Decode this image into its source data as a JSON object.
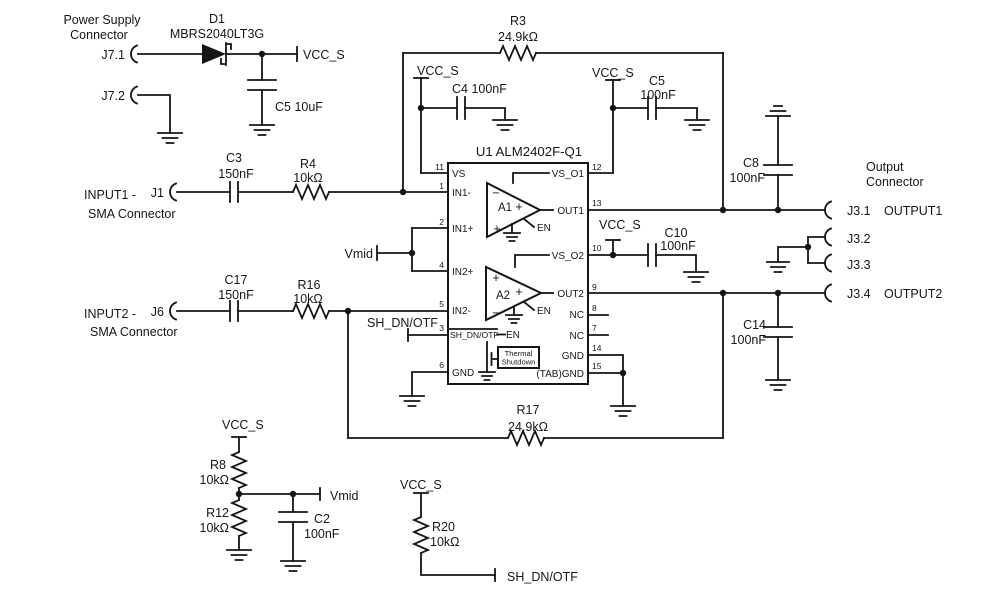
{
  "power": {
    "title1": "Power Supply",
    "title2": "Connector",
    "j71": "J7.1",
    "j72": "J7.2",
    "d1_ref": "D1",
    "d1_part": "MBRS2040LT3G",
    "vcc": "VCC_S",
    "c5_bulk": "C5 10uF"
  },
  "rail": {
    "r3_ref": "R3",
    "r3_val": "24.9kΩ",
    "vcc_left": "VCC_S",
    "c4_label": "C4 100nF",
    "vcc_right": "VCC_S",
    "c5_ref": "C5",
    "c5_val": "100nF"
  },
  "in1": {
    "name": "INPUT1 -",
    "type": "SMA Connector",
    "jack": "J1",
    "cref": "C3",
    "cval": "150nF",
    "rref": "R4",
    "rval": "10kΩ"
  },
  "in2": {
    "name": "INPUT2 -",
    "type": "SMA Connector",
    "jack": "J6",
    "cref": "C17",
    "cval": "150nF",
    "rref": "R16",
    "rval": "10kΩ"
  },
  "vmid_net": "Vmid",
  "shdn_net": "SH_DN/OTF",
  "ic": {
    "title": "U1 ALM2402F-Q1",
    "a1": "A1",
    "a2": "A2",
    "plus": "+",
    "minus": "−",
    "en": "EN",
    "pin_vs": "VS",
    "pin_in1n": "IN1-",
    "pin_in1p": "IN1+",
    "pin_in2p": "IN2+",
    "pin_in2n": "IN2-",
    "pin_shdn": "SH_DN/OTF",
    "pin_gnd": "GND",
    "pin_vso1": "VS_O1",
    "pin_out1": "OUT1",
    "pin_vso2": "VS_O2",
    "pin_out2": "OUT2",
    "pin_nc": "NC",
    "pin_tabgnd": "(TAB)GND",
    "n11": "11",
    "n1": "1",
    "n2": "2",
    "n4": "4",
    "n5": "5",
    "n3": "3",
    "n6": "6",
    "n12": "12",
    "n13": "13",
    "n10": "10",
    "n9": "9",
    "n8": "8",
    "n7": "7",
    "n14": "14",
    "n15": "15",
    "thermal1": "Thermal",
    "thermal2": "Shutdown"
  },
  "c10": {
    "vcc": "VCC_S",
    "ref": "C10",
    "val": "100nF"
  },
  "out": {
    "title1": "Output",
    "title2": "Connector",
    "c8_ref": "C8",
    "c8_val": "100nF",
    "c14_ref": "C14",
    "c14_val": "100nF",
    "j31": "J3.1",
    "j31_net": "OUTPUT1",
    "j32": "J3.2",
    "j33": "J3.3",
    "j34": "J3.4",
    "j34_net": "OUTPUT2"
  },
  "fb": {
    "ref": "R17",
    "val": "24.9kΩ"
  },
  "divider": {
    "vcc": "VCC_S",
    "r8": "R8",
    "r8v": "10kΩ",
    "r12": "R12",
    "r12v": "10kΩ",
    "vmid": "Vmid",
    "c2": "C2",
    "c2v": "100nF"
  },
  "pullup": {
    "vcc": "VCC_S",
    "r20": "R20",
    "r20v": "10kΩ",
    "net": "SH_DN/OTF"
  }
}
